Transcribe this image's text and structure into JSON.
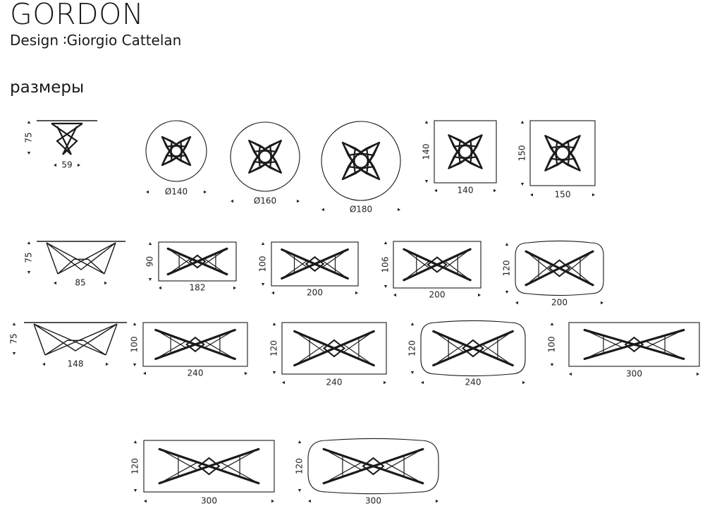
{
  "header": {
    "title": "GORDON",
    "design_label": "Design",
    "design_separator": "∶",
    "designer": "Giorgio Cattelan",
    "section": "размеры"
  },
  "colors": {
    "line": "#1a1a1a",
    "text": "#222222",
    "background": "#ffffff"
  },
  "rows": [
    {
      "side": {
        "width": "59",
        "height": "75"
      },
      "tops": [
        {
          "shape": "round",
          "diameter": "Ø140"
        },
        {
          "shape": "round",
          "diameter": "Ø160"
        },
        {
          "shape": "round",
          "diameter": "Ø180"
        },
        {
          "shape": "square",
          "width": "140",
          "depth": "140"
        },
        {
          "shape": "square",
          "width": "150",
          "depth": "150"
        }
      ]
    },
    {
      "side": {
        "width": "85",
        "height": "75"
      },
      "tops": [
        {
          "shape": "rectangle",
          "width": "182",
          "depth": "90"
        },
        {
          "shape": "rectangle",
          "width": "200",
          "depth": "100"
        },
        {
          "shape": "rectangle",
          "width": "200",
          "depth": "106"
        },
        {
          "shape": "barrel",
          "width": "200",
          "depth": "120"
        }
      ]
    },
    {
      "side": {
        "width": "148",
        "height": "75"
      },
      "tops": [
        {
          "shape": "rectangle",
          "width": "240",
          "depth": "100"
        },
        {
          "shape": "rectangle",
          "width": "240",
          "depth": "120"
        },
        {
          "shape": "barrel",
          "width": "240",
          "depth": "120"
        },
        {
          "shape": "rectangle",
          "width": "300",
          "depth": "100"
        }
      ]
    },
    {
      "tops": [
        {
          "shape": "rectangle",
          "width": "300",
          "depth": "120"
        },
        {
          "shape": "barrel",
          "width": "300",
          "depth": "120"
        }
      ]
    }
  ]
}
